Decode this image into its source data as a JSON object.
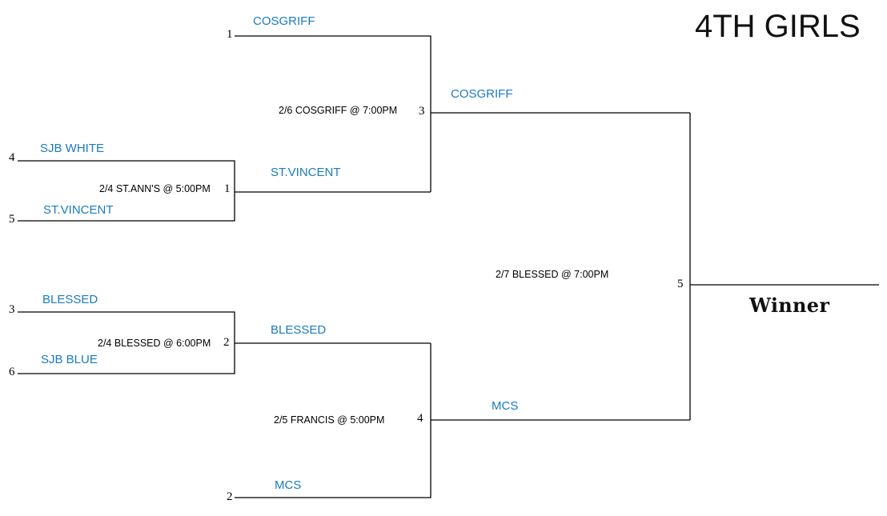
{
  "title": "4TH GIRLS",
  "winner_label": "Winner",
  "colors": {
    "team_text": "#1a7bc1",
    "line": "#000000",
    "text": "#000000"
  },
  "round1": [
    {
      "game_label": "2/4 ST.ANN'S @ 5:00PM",
      "game_number": "1",
      "top_seed": "4",
      "top_team": "SJB WHITE",
      "bottom_seed": "5",
      "bottom_team": "ST.VINCENT",
      "advancing_team": "ST.VINCENT"
    },
    {
      "game_label": "2/4 BLESSED @ 6:00PM",
      "game_number": "2",
      "top_seed": "3",
      "top_team": "BLESSED",
      "bottom_seed": "6",
      "bottom_team": "SJB BLUE",
      "advancing_team": "BLESSED"
    }
  ],
  "round2": [
    {
      "game_label": "2/6 COSGRIFF @ 7:00PM",
      "game_number": "3",
      "bye_seed": "1",
      "bye_team": "COSGRIFF",
      "advancing_team": "COSGRIFF"
    },
    {
      "game_label": "2/5 FRANCIS @ 5:00PM",
      "game_number": "4",
      "bye_seed": "2",
      "bye_team": "MCS",
      "advancing_team": "MCS"
    }
  ],
  "final": {
    "game_label": "2/7 BLESSED @ 7:00PM",
    "game_number": "5"
  }
}
